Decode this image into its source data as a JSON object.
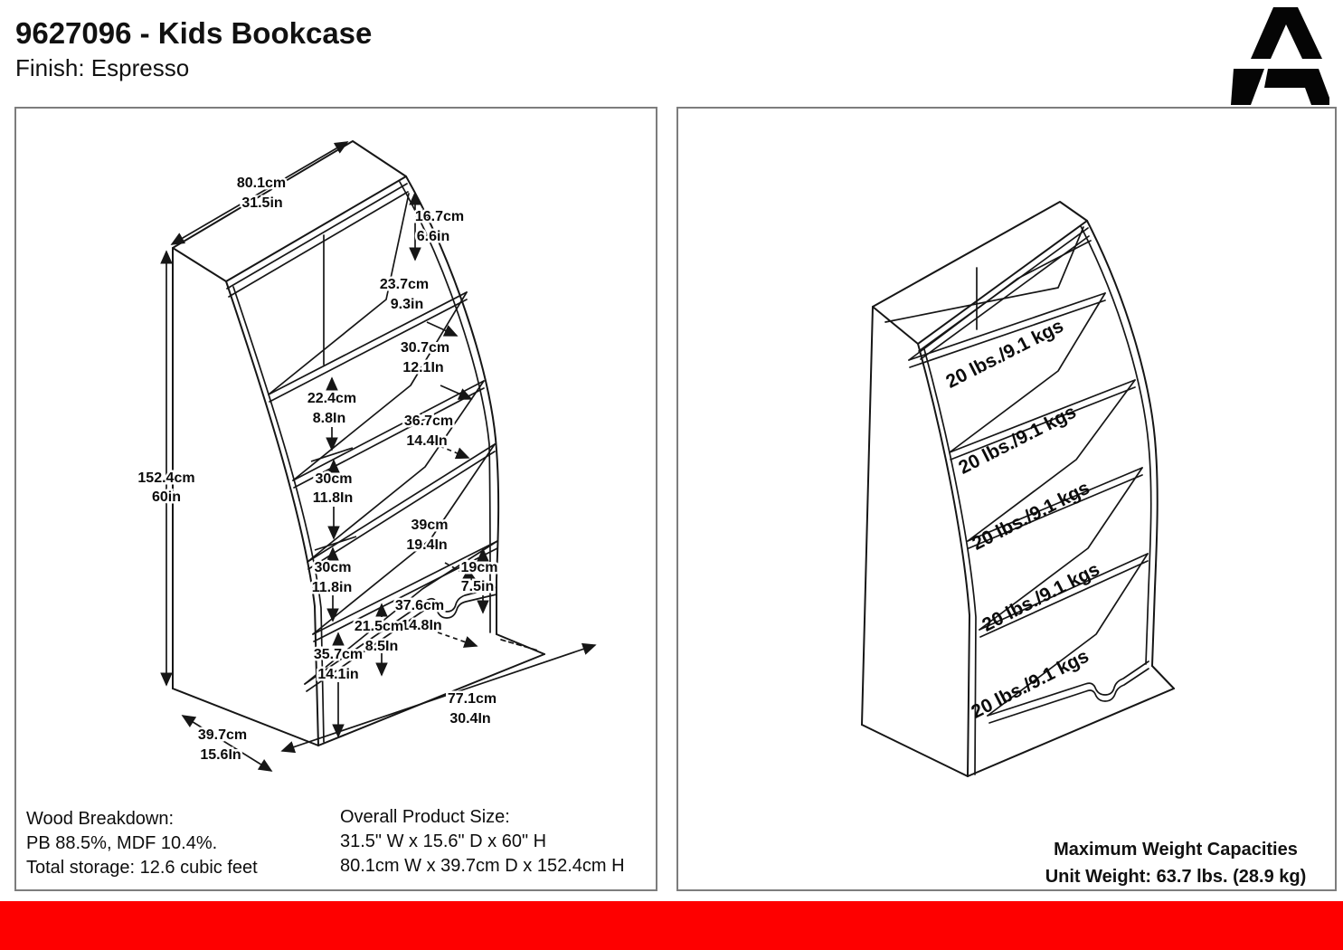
{
  "header": {
    "title": "9627096 - Kids Bookcase",
    "finish": "Finish:  Espresso",
    "logo_icon": "brand-letter-A",
    "accent_color": "#fe0000"
  },
  "left_panel": {
    "dims": {
      "width_top": {
        "cm": "80.1cm",
        "in": "31.5in"
      },
      "top_cubby_height": {
        "cm": "16.7cm",
        "in": "6.6in"
      },
      "shelf1_depth": {
        "cm": "23.7cm",
        "in": "9.3in"
      },
      "shelf2_depth": {
        "cm": "30.7cm",
        "in": "12.1In"
      },
      "shelf_gap_1": {
        "cm": "22.4cm",
        "in": "8.8In"
      },
      "shelf3_depth": {
        "cm": "36.7cm",
        "in": "14.4In"
      },
      "shelf_gap_2": {
        "cm": "30cm",
        "in": "11.8In"
      },
      "shelf4_depth": {
        "cm": "39cm",
        "in": "19.4In"
      },
      "shelf_gap_3": {
        "cm": "30cm",
        "in": "11.8in"
      },
      "bin_opening_height": {
        "cm": "19cm",
        "in": "7.5in"
      },
      "bin_depth": {
        "cm": "37.6cm",
        "in": "14.8In"
      },
      "bin_gap": {
        "cm": "21.5cm",
        "in": "8.5In"
      },
      "bin_front_height": {
        "cm": "35.7cm",
        "in": "14.1in"
      },
      "total_height": {
        "cm": "152.4cm",
        "in": "60in"
      },
      "base_depth": {
        "cm": "39.7cm",
        "in": "15.6In"
      },
      "base_width": {
        "cm": "77.1cm",
        "in": "30.4In"
      }
    },
    "wood_breakdown": {
      "title": "Wood Breakdown:",
      "line1": "PB 88.5%,  MDF 10.4%.",
      "line2": "Total storage: 12.6 cubic feet"
    },
    "overall_size": {
      "title": "Overall Product Size:",
      "line1": "31.5\" W x 15.6\" D x 60\" H",
      "line2": "80.1cm W x 39.7cm D x 152.4cm H"
    }
  },
  "right_panel": {
    "shelf_capacities": [
      "20 lbs./9.1 kgs",
      "20 lbs./9.1 kgs",
      "20 lbs./9.1 kgs",
      "20 lbs./9.1 kgs",
      "20 lbs./9.1 kgs"
    ],
    "caption": {
      "line1": "Maximum Weight Capacities",
      "line2": "Unit Weight: 63.7 lbs. (28.9 kg)"
    }
  }
}
